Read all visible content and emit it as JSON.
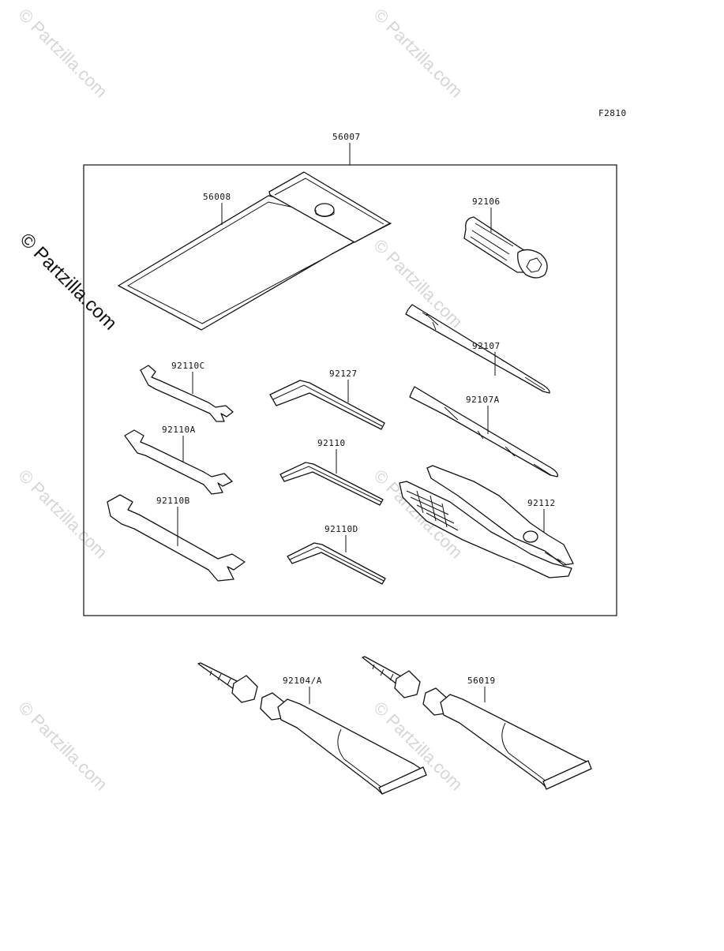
{
  "diagram": {
    "figure_code": "F2810",
    "watermark": "© Partzilla.com",
    "kit_label": "56007",
    "parts": [
      {
        "id": "56008",
        "name": "tool-pouch"
      },
      {
        "id": "92106",
        "name": "spark-plug-wrench"
      },
      {
        "id": "92107",
        "name": "phillips-screwdriver"
      },
      {
        "id": "92107A",
        "name": "flat-screwdriver"
      },
      {
        "id": "92110C",
        "name": "small-open-wrench"
      },
      {
        "id": "92110A",
        "name": "medium-open-wrench"
      },
      {
        "id": "92110B",
        "name": "large-open-wrench"
      },
      {
        "id": "92127",
        "name": "large-hex-key"
      },
      {
        "id": "92110",
        "name": "medium-hex-key"
      },
      {
        "id": "92110D",
        "name": "small-hex-key"
      },
      {
        "id": "92112",
        "name": "pliers"
      },
      {
        "id": "92104/A",
        "name": "grease-tube-left"
      },
      {
        "id": "56019",
        "name": "grease-tube-right"
      }
    ]
  }
}
